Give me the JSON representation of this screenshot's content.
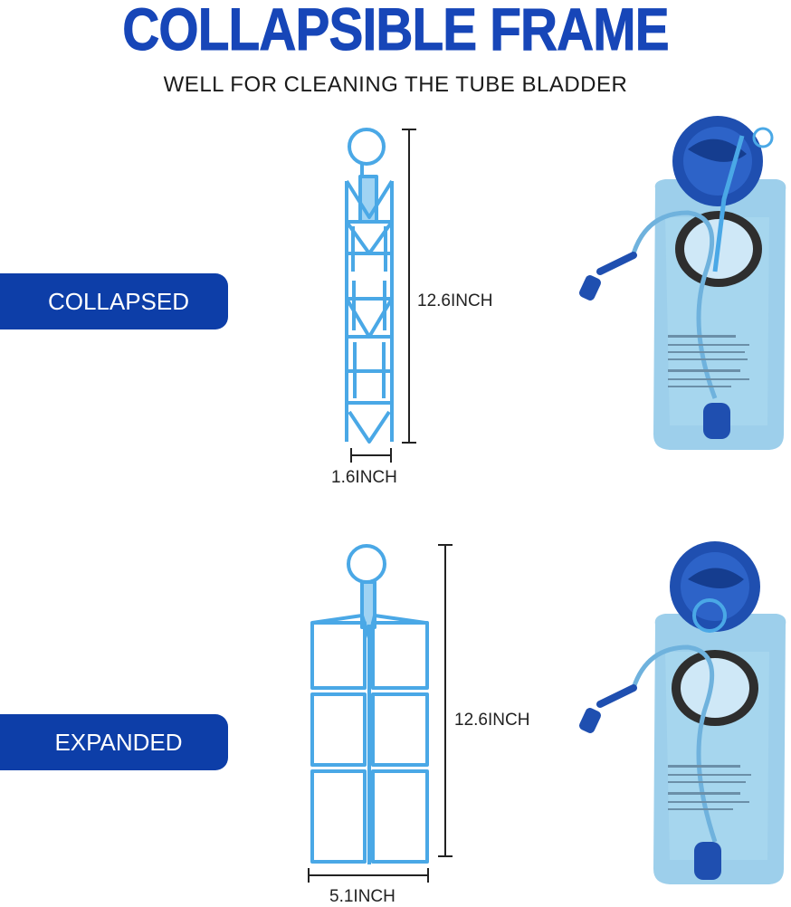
{
  "header": {
    "title": "COLLAPSIBLE FRAME",
    "subtitle": "WELL FOR CLEANING THE TUBE BLADDER"
  },
  "labels": {
    "collapsed": "COLLAPSED",
    "expanded": "EXPANDED"
  },
  "dimensions": {
    "collapsed_height": "12.6INCH",
    "collapsed_width": "1.6INCH",
    "expanded_height": "12.6INCH",
    "expanded_width": "5.1INCH"
  },
  "colors": {
    "brand": "#1746b8",
    "pill": "#0d3ea8",
    "frame": "#4aa8e6",
    "bladder": "#8cc7e8",
    "cap": "#1f4fb0"
  }
}
